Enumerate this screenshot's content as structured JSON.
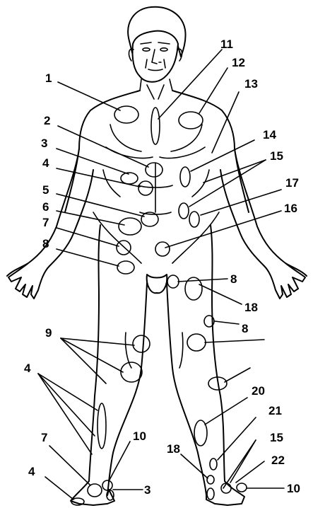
{
  "labels": {
    "l1": "1",
    "l11": "11",
    "l12": "12",
    "l13": "13",
    "l2": "2",
    "l3a": "3",
    "l14": "14",
    "l4a": "4",
    "l15a": "15",
    "l17": "17",
    "l5": "5",
    "l6": "6",
    "l16": "16",
    "l7a": "7",
    "l8a": "8",
    "l8b": "8",
    "l18a": "18",
    "l8c": "8",
    "l9": "9",
    "l4b": "4",
    "l20": "20",
    "l21": "21",
    "l7b": "7",
    "l10a": "10",
    "l15b": "15",
    "l18b": "18",
    "l22": "22",
    "l4c": "4",
    "l3b": "3",
    "l10b": "10"
  }
}
